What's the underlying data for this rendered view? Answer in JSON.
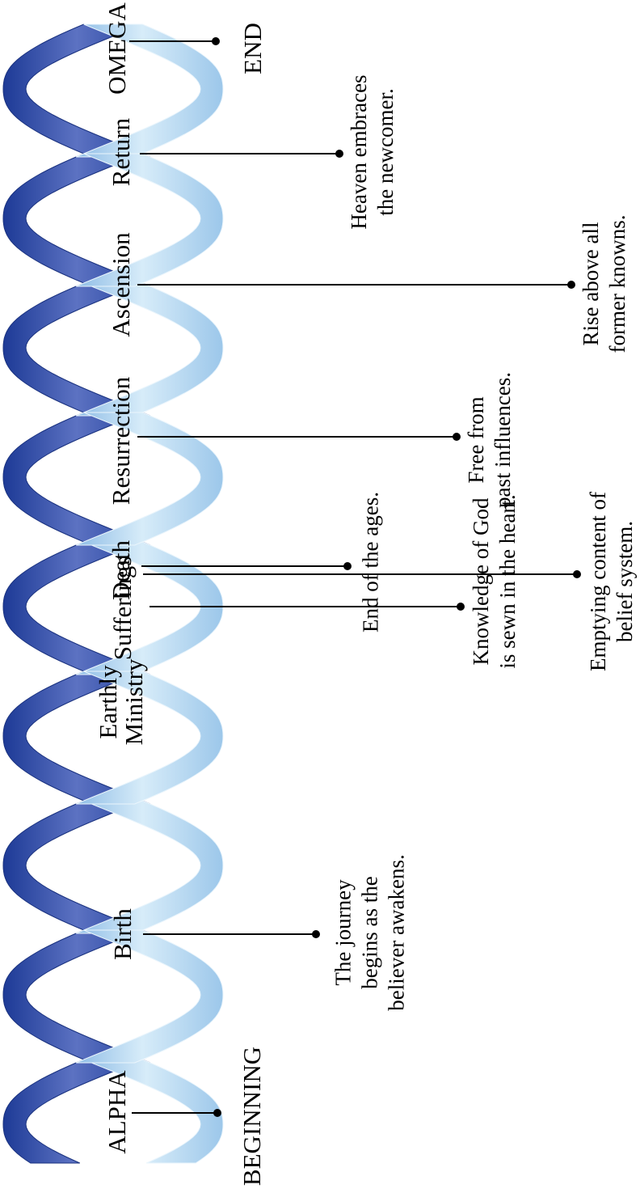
{
  "diagram": {
    "colors": {
      "ribbon_light": "#cfe6f6",
      "ribbon_mid": "#6fa9dc",
      "ribbon_dark": "#1f3f9a",
      "ribbon_back": "#3b4fa8",
      "text": "#000000"
    },
    "start_marker": {
      "label": "ALPHA",
      "note": "BEGINNING"
    },
    "end_marker": {
      "label": "OMEGA",
      "note": "END"
    },
    "stages": [
      {
        "label": "Birth",
        "description": [
          "The journey",
          "begins as the",
          "believer awakens."
        ]
      },
      {
        "label": [
          "Earthly",
          "Ministry"
        ],
        "description": [
          "Knowledge of God",
          "is sewn in the heart."
        ]
      },
      {
        "label": "Sufferings",
        "description": [
          "Emptying content of",
          "belief system."
        ]
      },
      {
        "label": "Death",
        "description": [
          "End of the ages."
        ]
      },
      {
        "label": "Resurrection",
        "description": [
          "Free from",
          "past influences."
        ]
      },
      {
        "label": "Ascension",
        "description": [
          "Rise above all",
          "former knowns."
        ]
      },
      {
        "label": "Return",
        "description": [
          "Heaven embraces",
          "the newcomer."
        ]
      }
    ]
  }
}
